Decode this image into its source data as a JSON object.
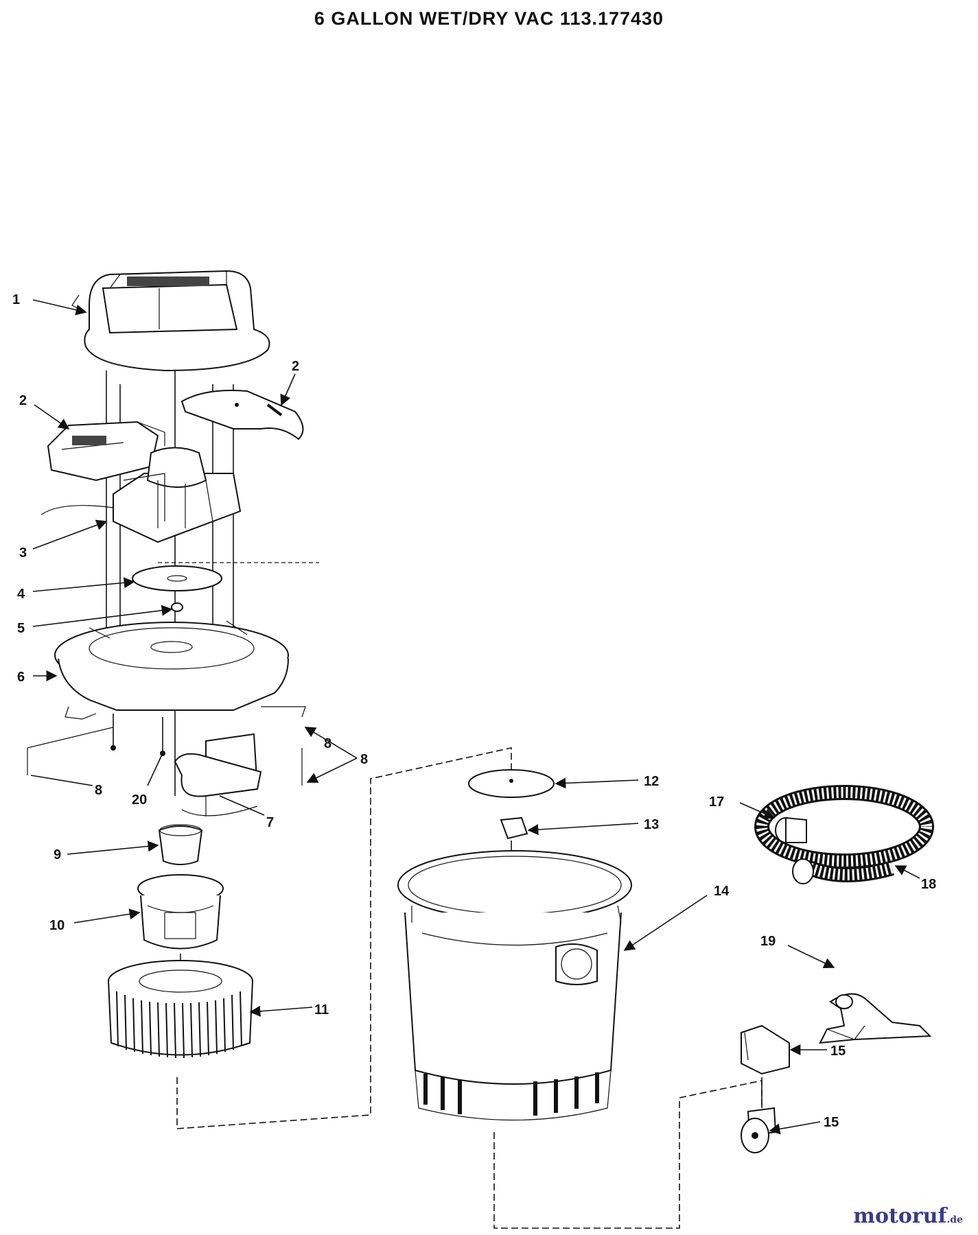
{
  "title": "6 GALLON WET/DRY VAC 113.177430",
  "watermark": {
    "name": "motoruf",
    "tld": ".de"
  },
  "callouts": [
    "1",
    "2",
    "2",
    "3",
    "4",
    "5",
    "6",
    "8",
    "8",
    "20",
    "7",
    "8",
    "9",
    "10",
    "11",
    "12",
    "13",
    "14",
    "15",
    "15",
    "17",
    "18",
    "19"
  ]
}
